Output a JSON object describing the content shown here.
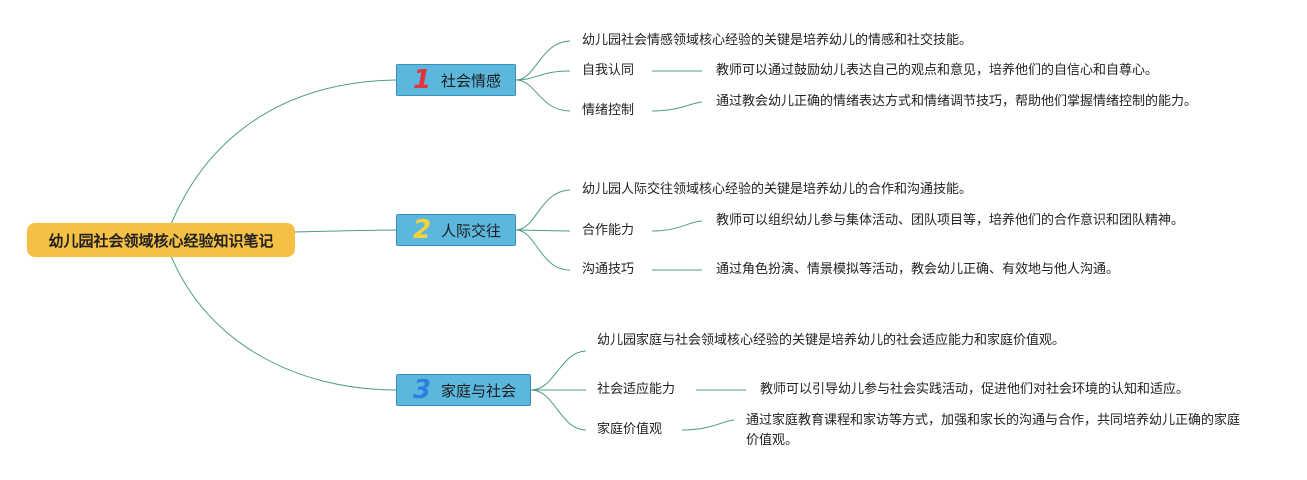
{
  "root": {
    "title": "幼儿园社会领域核心经验知识笔记"
  },
  "branches": [
    {
      "number": "1",
      "number_color": "#e3343a",
      "title": "社会情感",
      "summary": "幼儿园社会情感领域核心经验的关键是培养幼儿的情感和社交技能。",
      "items": [
        {
          "label": "自我认同",
          "detail": "教师可以通过鼓励幼儿表达自己的观点和意见，培养他们的自信心和自尊心。"
        },
        {
          "label": "情绪控制",
          "detail": "通过教会幼儿正确的情绪表达方式和情绪调节技巧，帮助他们掌握情绪控制的能力。"
        }
      ]
    },
    {
      "number": "2",
      "number_color": "#f6d23b",
      "title": "人际交往",
      "summary": "幼儿园人际交往领域核心经验的关键是培养幼儿的合作和沟通技能。",
      "items": [
        {
          "label": "合作能力",
          "detail": "教师可以组织幼儿参与集体活动、团队项目等，培养他们的合作意识和团队精神。"
        },
        {
          "label": "沟通技巧",
          "detail": "通过角色扮演、情景模拟等活动，教会幼儿正确、有效地与他人沟通。"
        }
      ]
    },
    {
      "number": "3",
      "number_color": "#2f7fe0",
      "title": "家庭与社会",
      "summary": "幼儿园家庭与社会领域核心经验的关键是培养幼儿的社会适应能力和家庭价值观。",
      "items": [
        {
          "label": "社会适应能力",
          "detail": "教师可以引导幼儿参与社会实践活动，促进他们对社会环境的认知和适应。"
        },
        {
          "label": "家庭价值观",
          "detail": "通过家庭教育课程和家访等方式，加强和家长的沟通与合作，共同培养幼儿正确的家庭价值观。"
        }
      ]
    }
  ],
  "colors": {
    "root_fill": "#f5c044",
    "branch_fill": "#5bb7dc",
    "link": "#4e9a8a"
  }
}
